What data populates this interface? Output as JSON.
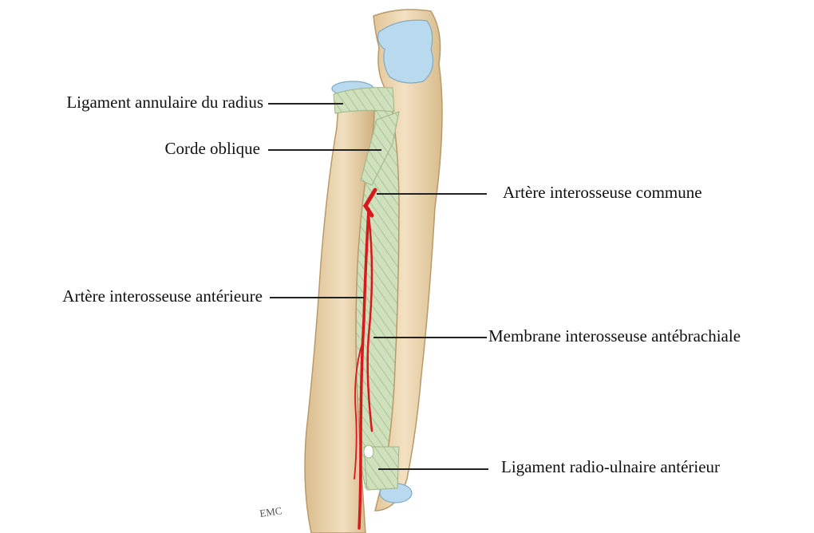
{
  "labels": {
    "ligament_annulaire": "Ligament annulaire du radius",
    "corde_oblique": "Corde oblique",
    "artere_commune": "Artère interosseuse commune",
    "artere_anterieure": "Artère interosseuse antérieure",
    "membrane": "Membrane interosseuse antébrachiale",
    "ligament_radio_ulnaire": "Ligament radio-ulnaire antérieur"
  },
  "watermark": "EMC",
  "colors": {
    "bone": "#EED8B4",
    "bone_shadow": "#D9BE90",
    "cartilage": "#B9D9EE",
    "membrane": "#CFE0BC",
    "membrane_fiber": "#9DB587",
    "artery": "#D7191C",
    "leader": "#222222"
  }
}
